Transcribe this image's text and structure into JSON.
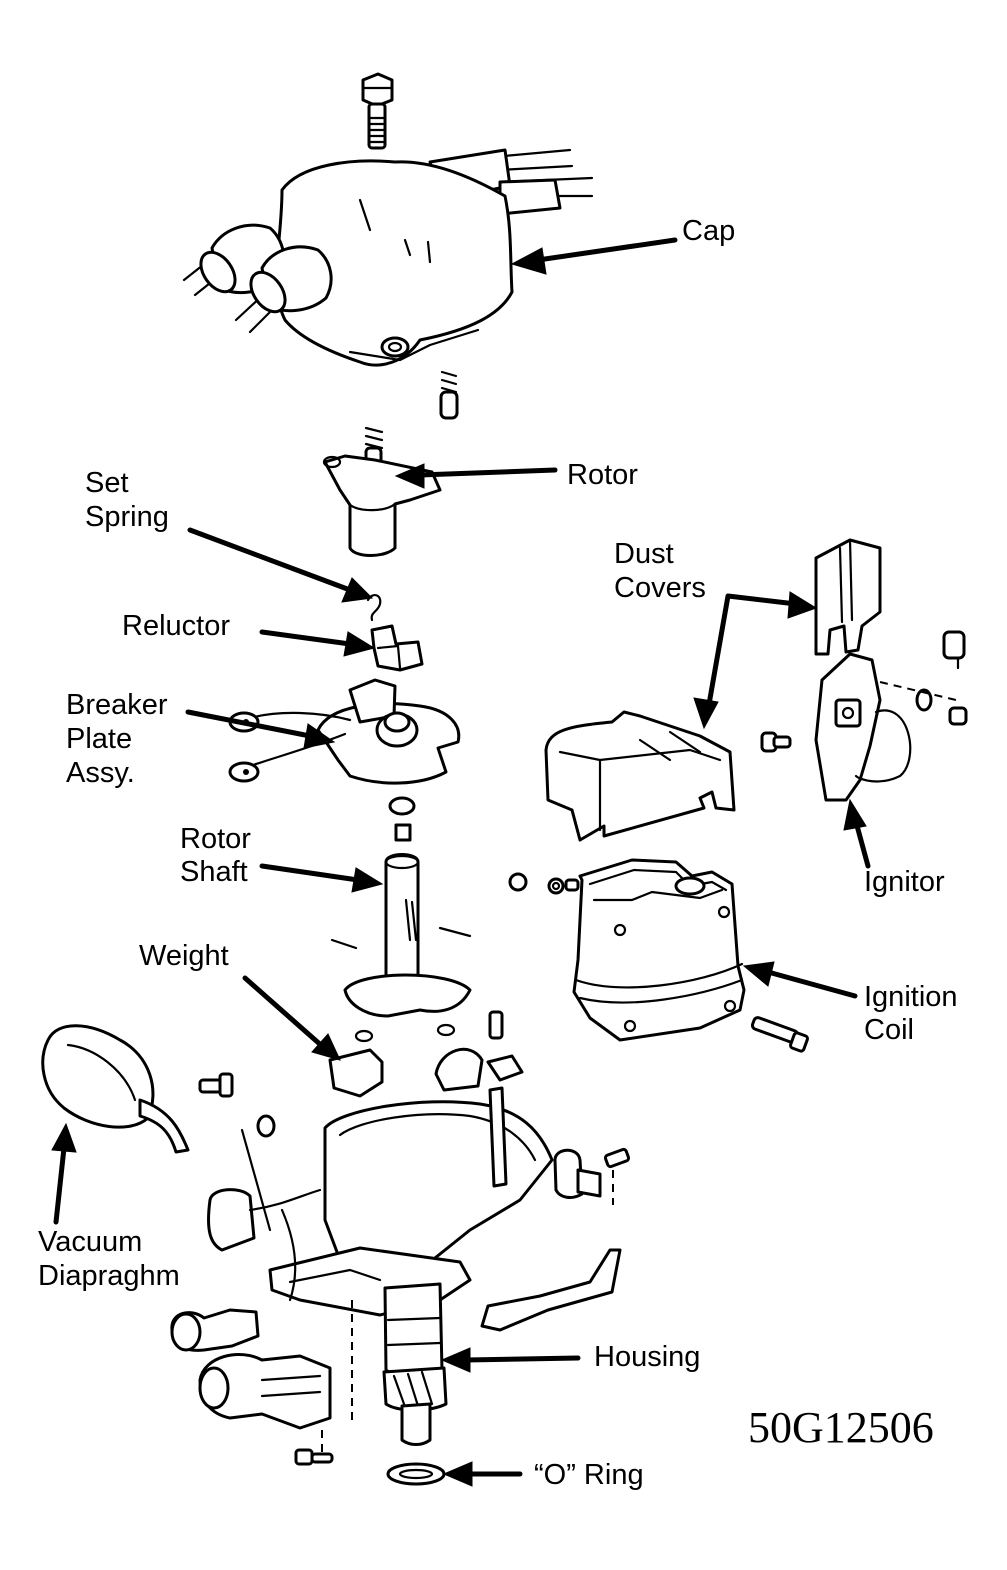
{
  "figure": {
    "title": "Distributor exploded view",
    "figure_id": "50G12506",
    "ink_color": "#000000",
    "background_color": "#ffffff"
  },
  "labels": {
    "cap": "Cap",
    "rotor": "Rotor",
    "set_spring": [
      "Set",
      "Spring"
    ],
    "reluctor": "Reluctor",
    "breaker_plate": [
      "Breaker",
      "Plate",
      "Assy."
    ],
    "dust_covers": [
      "Dust",
      "Covers"
    ],
    "rotor_shaft": [
      "Rotor",
      "Shaft"
    ],
    "ignitor": "Ignitor",
    "weight": "Weight",
    "ignition_coil": [
      "Ignition",
      "Coil"
    ],
    "vacuum_diaphragm": [
      "Vacuum",
      "Diapraghm"
    ],
    "housing": "Housing",
    "o_ring": "“O” Ring"
  },
  "parts": [
    {
      "id": "cap",
      "name": "Cap"
    },
    {
      "id": "rotor",
      "name": "Rotor"
    },
    {
      "id": "set-spring",
      "name": "Set Spring"
    },
    {
      "id": "reluctor",
      "name": "Reluctor"
    },
    {
      "id": "breaker-plate",
      "name": "Breaker Plate Assy."
    },
    {
      "id": "dust-covers",
      "name": "Dust Covers"
    },
    {
      "id": "rotor-shaft",
      "name": "Rotor Shaft"
    },
    {
      "id": "ignitor",
      "name": "Ignitor"
    },
    {
      "id": "weight",
      "name": "Weight"
    },
    {
      "id": "ignition-coil",
      "name": "Ignition Coil"
    },
    {
      "id": "vacuum-diaphragm",
      "name": "Vacuum Diapraghm"
    },
    {
      "id": "housing",
      "name": "Housing"
    },
    {
      "id": "o-ring",
      "name": "“O” Ring"
    }
  ]
}
